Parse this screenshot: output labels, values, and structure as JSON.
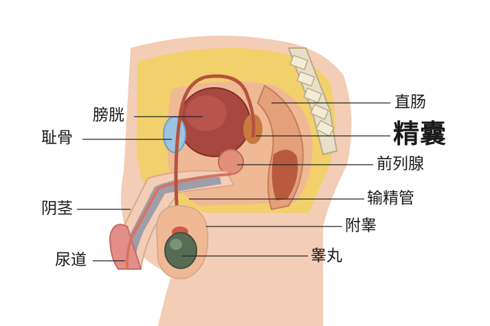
{
  "labels": {
    "bladder": "膀胱",
    "pubic_bone": "耻骨",
    "penis": "阴茎",
    "urethra": "尿道",
    "rectum": "直肠",
    "seminal_vesicle": "精囊",
    "prostate": "前列腺",
    "vas_deferens": "输精管",
    "epididymis": "附睾",
    "testis": "睾丸"
  },
  "colors": {
    "skin": "#f3cdb5",
    "fat": "#f2d06b",
    "muscle": "#e79a7c",
    "bladder": "#a8473f",
    "rectum": "#e3a07a",
    "bone": "#e7dfc6",
    "bone_blue": "#9cc3e0",
    "testis": "#586b56",
    "duct": "#b4533e",
    "leader": "#222222"
  }
}
